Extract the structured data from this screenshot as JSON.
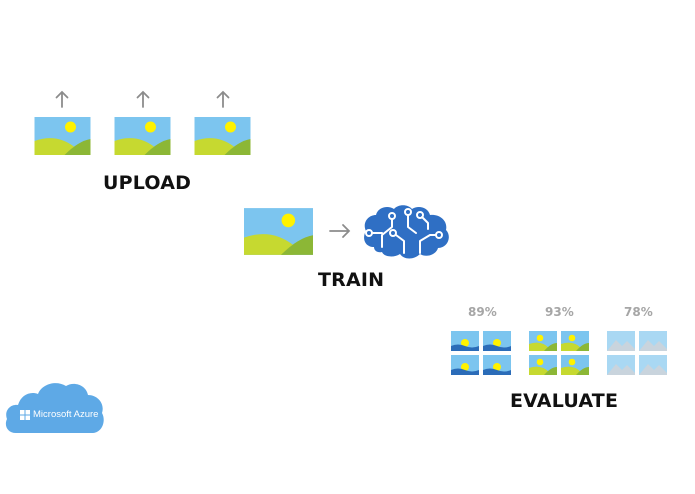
{
  "steps": {
    "upload": "UPLOAD",
    "train": "TRAIN",
    "evaluate": "EVALUATE"
  },
  "evaluate_scores": [
    "89%",
    "93%",
    "78%"
  ],
  "brand": {
    "name": "Microsoft Azure"
  },
  "colors": {
    "sky": "#7cc5ef",
    "sun": "#fff200",
    "hill_light": "#c6d930",
    "hill_dark": "#8cb736",
    "arrow": "#8c8c8c",
    "brain": "#2f6fc4",
    "cloud": "#5ea9e6",
    "score_text": "#a6a6a6",
    "label_text": "#111111",
    "water": "#2b6cb8",
    "grey_image": "#c9d4dd"
  },
  "icons": [
    "upload-arrow-icon",
    "landscape-image-icon",
    "right-arrow-icon",
    "brain-circuit-icon",
    "cloud-icon",
    "windows-logo-icon"
  ]
}
